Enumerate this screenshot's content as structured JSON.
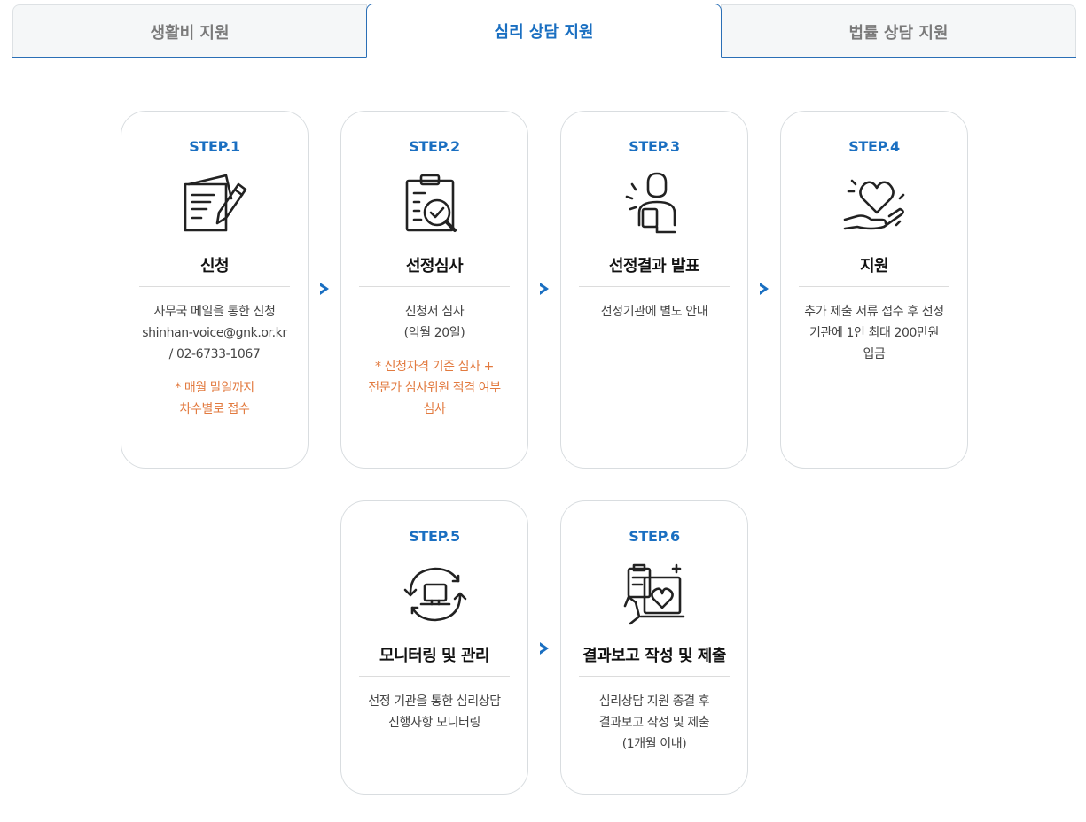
{
  "tabs": [
    {
      "label": "생활비 지원",
      "active": false
    },
    {
      "label": "심리 상담 지원",
      "active": true
    },
    {
      "label": "법률 상담 지원",
      "active": false
    }
  ],
  "colors": {
    "accent": "#1a6fc1",
    "note": "#e27a3f",
    "border": "#d9dde0"
  },
  "steps": [
    {
      "step": "STEP.1",
      "icon": "application-form-pen-icon",
      "title": "신청",
      "lines": [
        "사무국 메일을 통한 신청",
        "shinhan-voice@gnk.or.kr",
        "/ 02-6733-1067"
      ],
      "notes": [
        "* 매월 말일까지",
        "차수별로 접수"
      ]
    },
    {
      "step": "STEP.2",
      "icon": "clipboard-review-icon",
      "title": "선정심사",
      "lines": [
        "신청서 심사",
        "(익월 20일)"
      ],
      "notes": [
        "* 신청자격 기준 심사 +",
        "전문가 심사위원 적격 여부",
        "심사"
      ]
    },
    {
      "step": "STEP.3",
      "icon": "announcer-person-icon",
      "title": "선정결과 발표",
      "lines": [
        "선정기관에 별도 안내"
      ],
      "notes": []
    },
    {
      "step": "STEP.4",
      "icon": "hand-heart-icon",
      "title": "지원",
      "lines": [
        "추가 제출 서류 접수 후 선정",
        "기관에 1인 최대 200만원",
        "입금"
      ],
      "notes": []
    },
    {
      "step": "STEP.5",
      "icon": "monitoring-cycle-icon",
      "title": "모니터링 및 관리",
      "lines": [
        "선정 기관을 통한 심리상담",
        "진행사항 모니터링"
      ],
      "notes": []
    },
    {
      "step": "STEP.6",
      "icon": "report-laptop-heart-icon",
      "title": "결과보고 작성 및 제출",
      "lines": [
        "심리상담 지원 종결 후",
        "결과보고 작성 및 제출",
        "(1개월 이내)"
      ],
      "notes": []
    }
  ]
}
